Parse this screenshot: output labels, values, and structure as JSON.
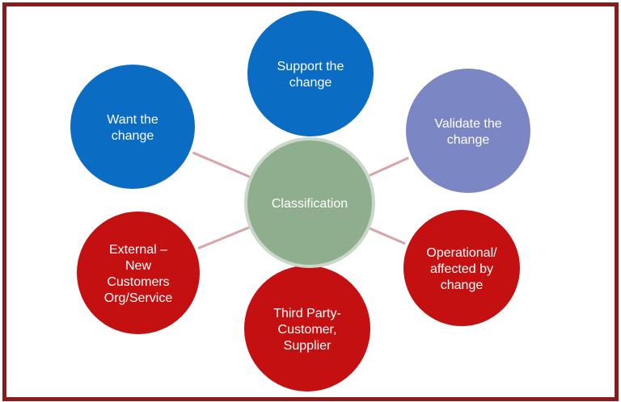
{
  "center": {
    "lines": [
      "Classification"
    ],
    "color": "#8fae8e",
    "stroke": "#c9d8c8"
  },
  "nodes": [
    {
      "id": "support",
      "lines": [
        "Support the",
        "change"
      ],
      "color": "#0b6cc4"
    },
    {
      "id": "validate",
      "lines": [
        "Validate the",
        "change"
      ],
      "color": "#7b86c4"
    },
    {
      "id": "operational",
      "lines": [
        "Operational/",
        "affected by",
        "change"
      ],
      "color": "#c41010"
    },
    {
      "id": "third-party",
      "lines": [
        "Third Party-",
        "Customer,",
        "Supplier"
      ],
      "color": "#c41010"
    },
    {
      "id": "external",
      "lines": [
        "External –",
        "New",
        "Customers",
        "Org/Service"
      ],
      "color": "#c41010"
    },
    {
      "id": "want",
      "lines": [
        "Want the",
        "change"
      ],
      "color": "#0b6cc4"
    }
  ],
  "colors": {
    "connector": "#d9a3aa",
    "frame": "#8b1a1a",
    "node_stroke": "#ffffff"
  }
}
